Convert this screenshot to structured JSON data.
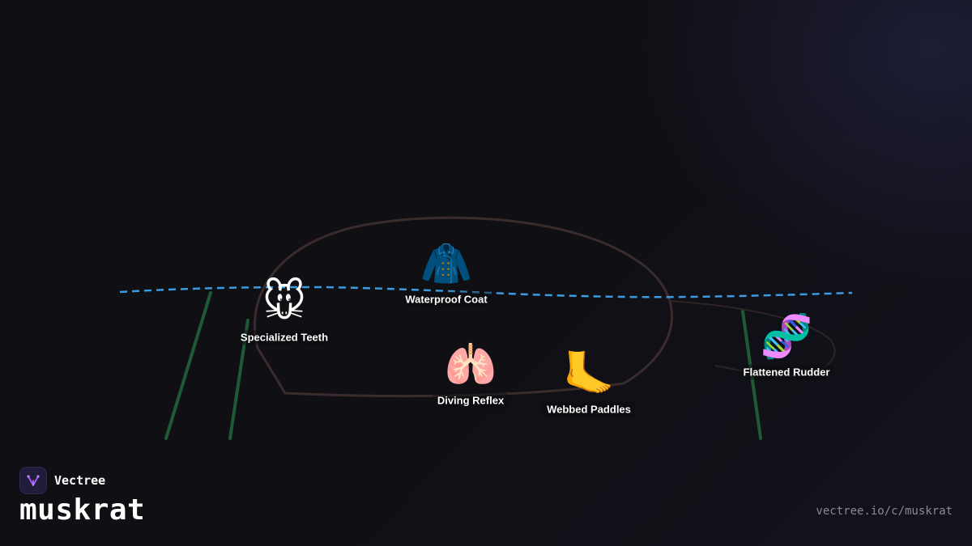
{
  "brand": {
    "name": "Vectree",
    "icon": "vectree-logo-icon",
    "accent": "#a855f7"
  },
  "title": "muskrat",
  "url": "vectree.io/c/muskrat",
  "colors": {
    "background": "#0f0f14",
    "water_line": "#3b9ae1",
    "body_outline": "#3a2c2c",
    "reeds": "#1f5a36"
  },
  "features": [
    {
      "id": "teeth",
      "icon": "mouse-face-icon",
      "emoji": "🐭",
      "label": "Specialized Teeth"
    },
    {
      "id": "coat",
      "icon": "coat-icon",
      "emoji": "🧥",
      "label": "Waterproof Coat"
    },
    {
      "id": "lungs",
      "icon": "lungs-icon",
      "emoji": "🫁",
      "label": "Diving Reflex"
    },
    {
      "id": "paddles",
      "icon": "foot-icon",
      "emoji": "🦶",
      "label": "Webbed Paddles"
    },
    {
      "id": "rudder",
      "icon": "dna-icon",
      "emoji": "🧬",
      "label": "Flattened Rudder"
    }
  ]
}
